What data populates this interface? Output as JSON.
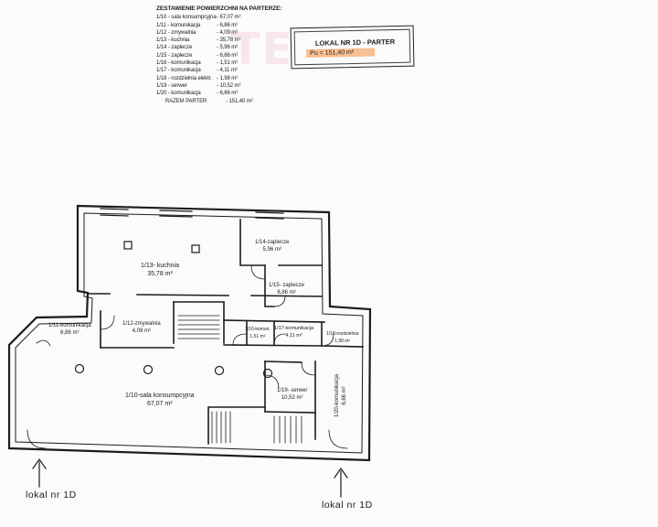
{
  "schedule": {
    "heading": "ZESTAWIENIE POWIERZCHNI NA PARTERZE:",
    "rows": [
      {
        "name": "1/10 - sala konsumpcyjna",
        "value": "- 67,07 m²"
      },
      {
        "name": "1/11 - komunikacja",
        "value": "- 6,86 m²"
      },
      {
        "name": "1/12 - zmywalnia",
        "value": "- 4,09 m²"
      },
      {
        "name": "1/13 - kuchnia",
        "value": "- 35,78 m²"
      },
      {
        "name": "1/14 - zaplecze",
        "value": "- 5,96 m²"
      },
      {
        "name": "1/15 - zaplecze",
        "value": "- 6,86 m²"
      },
      {
        "name": "1/16 - komunikacja",
        "value": "- 1,51 m²"
      },
      {
        "name": "1/17 - komunikacja",
        "value": "- 4,11 m²"
      },
      {
        "name": "1/18 - rozdzielnia elektr.",
        "value": "- 1,98 m²"
      },
      {
        "name": "1/19 - serwer",
        "value": "- 10,52 m²"
      },
      {
        "name": "1/20 - komunikacja",
        "value": "- 6,66 m²"
      }
    ],
    "total_name": "RAZEM PARTER",
    "total_value": "- 151,40 m²"
  },
  "stamp": {
    "title": "LOKAL NR 1D - PARTER",
    "area": "Pu = 151,40 m²"
  },
  "watermark": "TE",
  "rooms": {
    "kitchen": {
      "name": "1/13- kuchnia",
      "area": "35,78 m²"
    },
    "storage14": {
      "name": "1/14-zaplecze",
      "area": "5,96 m²"
    },
    "storage15": {
      "name": "1/15- zaplecze",
      "area": "6,86 m²"
    },
    "corridor11": {
      "name": "1/11-komunikacja",
      "area": "6,86 m²"
    },
    "scullery": {
      "name": "1/12-zmywalnia",
      "area": "4,09 m²"
    },
    "corridor16": {
      "name": "1/16-komun.",
      "area": "1,51 m²"
    },
    "corridor17": {
      "name": "1/17-komunikacja",
      "area": "4,11 m²"
    },
    "electrical": {
      "name": "1/18-rozdzielnia",
      "area": "1,98 m²"
    },
    "hall": {
      "name": "1/10-sala konsumpcyjna",
      "area": "67,07 m²"
    },
    "server": {
      "name": "1/19- serwer",
      "area": "10,52 m²"
    },
    "corridor20": {
      "name": "1/20-komunikacja",
      "area": "6,66 m²"
    }
  },
  "entrances": {
    "left": "lokal nr 1D",
    "right": "lokal nr 1D"
  },
  "colors": {
    "ink": "#1c1c1c",
    "highlight": "#f7b278",
    "watermark": "#dc5a78"
  }
}
